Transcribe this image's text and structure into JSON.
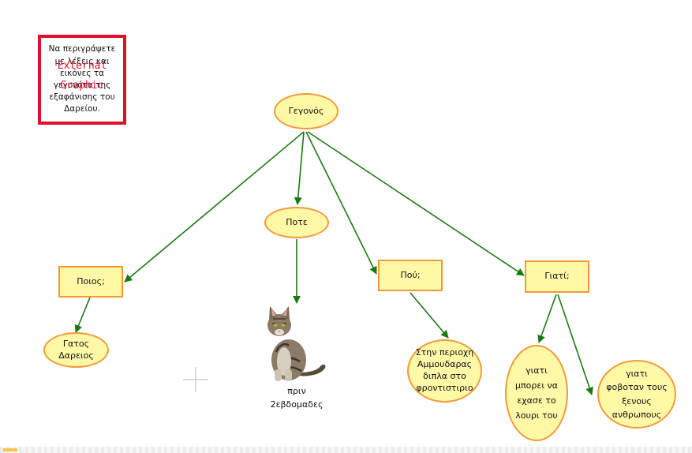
{
  "instruction": {
    "text": "Να περιγράψετε με λέξεις και εικόνες τα γεγονότα της εξαφάνισης του Δαρείου.",
    "overlay_line1": "External",
    "overlay_line2": "Graphic",
    "border_color": "#e0102a"
  },
  "nodes": {
    "root": "Γεγονός",
    "when": "Ποτε",
    "who": "Ποιος;",
    "where": "Πού;",
    "why": "Γιατί;",
    "who_answer": [
      "Γατος",
      "Δαρειος"
    ],
    "where_answer": [
      "Στην περιοχη",
      "Αμμουδαρας",
      "διπλα στο",
      "φροντιστιριο"
    ],
    "why_answer_1": [
      "γιατι",
      "μπορει να",
      "εχασε το",
      "λουρι του"
    ],
    "why_answer_2": [
      "γιατι",
      "φοβοταν τους",
      "ξενους",
      "ανθρωπους"
    ],
    "when_answer": [
      "πριν",
      "2εβδομαδες"
    ]
  },
  "colors": {
    "node_fill": "#fff8a6",
    "node_border": "#f29a3a",
    "arrow": "#1a7a12"
  },
  "icons": {
    "cat": "cat-image",
    "crosshair": "crosshair-icon"
  }
}
